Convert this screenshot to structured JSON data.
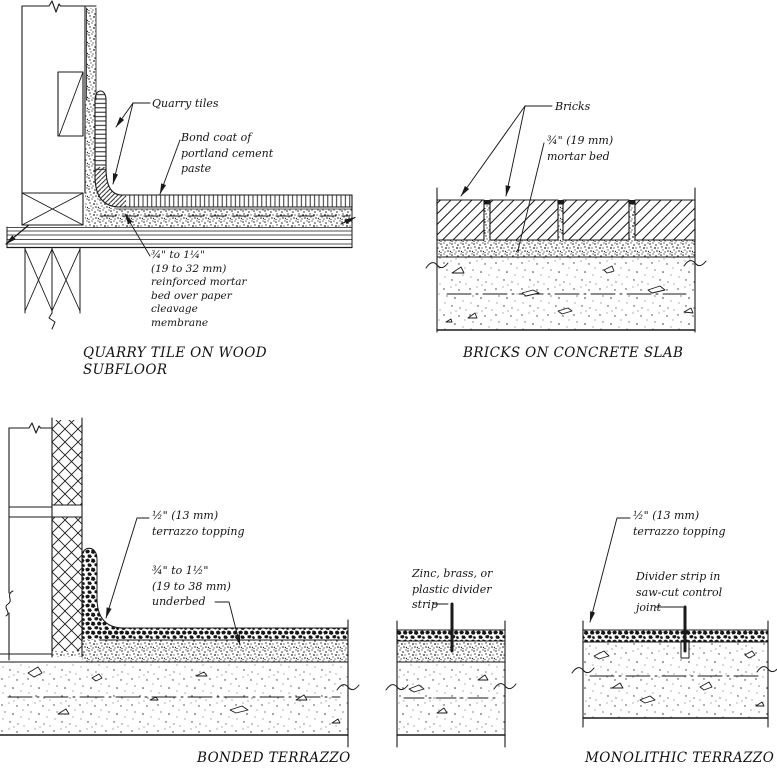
{
  "page": {
    "type": "architectural-detail-sheet",
    "ink_color": "#1a1a1a",
    "paper_color": "#ffffff"
  },
  "details": {
    "quarry_tile": {
      "caption": "QUARRY TILE ON WOOD\nSUBFLOOR",
      "labels": {
        "quarry_tiles": "Quarry tiles",
        "bond_coat": "Bond coat of\nportland cement\npaste",
        "mortar_bed": "¾\" to 1¼\"\n(19 to 32 mm)\nreinforced mortar\nbed over paper\ncleavage\nmembrane"
      }
    },
    "bricks": {
      "caption": "BRICKS ON CONCRETE SLAB",
      "labels": {
        "bricks": "Bricks",
        "mortar_bed": "¾\" (19 mm)\nmortar bed"
      }
    },
    "bonded_terrazzo": {
      "caption": "BONDED TERRAZZO",
      "labels": {
        "topping": "½\" (13 mm)\nterrazzo topping",
        "underbed": "¾\" to 1½\"\n(19 to 38 mm)\nunderbed",
        "divider_strip": "Zinc, brass, or\nplastic divider\nstrip"
      }
    },
    "monolithic_terrazzo": {
      "caption": "MONOLITHIC TERRAZZO",
      "labels": {
        "topping": "½\" (13 mm)\nterrazzo topping",
        "divider_strip": "Divider strip in\nsaw-cut control\njoint"
      }
    }
  }
}
